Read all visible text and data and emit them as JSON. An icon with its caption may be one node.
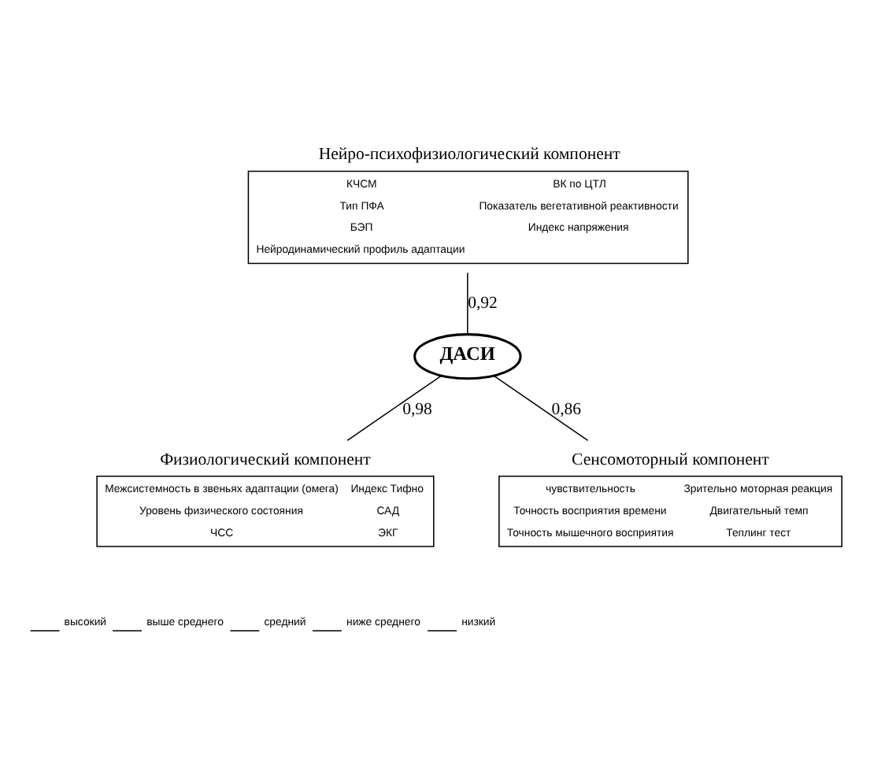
{
  "diagram": {
    "nodes": [
      {
        "text": [
          "Нейро-психофизиологический компонент",
          "КЧСМ",
          "ВК по ЦТЛ",
          "Тип ПФА",
          "Показатель вегетативной реактивности",
          "БЭП",
          "Индекс напряжения",
          "Нейродинамический профиль адаптации"
        ]
      },
      {
        "text": [
          "ДАСИ"
        ]
      },
      {
        "text": [
          "Физиологический компонент",
          "Межсистемность в звеньях адаптации (омега)",
          "Индекс Тифно",
          "Уровень физического состояния",
          "САД",
          "ЧСС",
          "ЭКГ"
        ]
      },
      {
        "text": [
          "Сенсомоторный компонент",
          "чувствительность",
          "Зрительно моторная реакция",
          "Точность восприятия времени",
          "Двигательный темп",
          "Точность мышечного восприятия",
          "Теплинг тест"
        ]
      }
    ],
    "edges": [
      {
        "from": 1,
        "to": 0,
        "arrow": "none",
        "label": "0,92"
      },
      {
        "from": 1,
        "to": 2,
        "arrow": "none",
        "label": "0,98"
      },
      {
        "from": 1,
        "to": 3,
        "arrow": "none",
        "label": "0,86"
      }
    ],
    "legend": [
      {
        "text": "высокий"
      },
      {
        "text": "выше среднего"
      },
      {
        "text": "средний"
      },
      {
        "text": "ниже среднего"
      },
      {
        "text": "низкий"
      }
    ]
  }
}
